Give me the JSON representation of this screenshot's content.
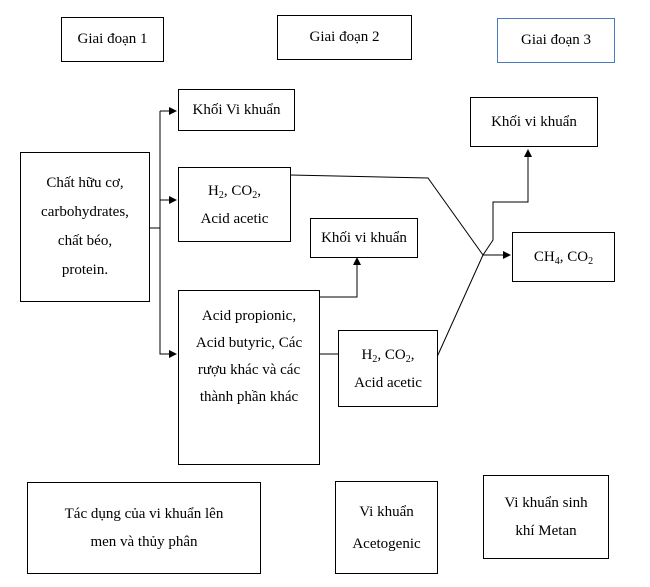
{
  "stages": {
    "stage1": "Giai đoạn 1",
    "stage2": "Giai đoạn 2",
    "stage3": "Giai đoạn 3"
  },
  "boxes": {
    "organic_lines": [
      "Chất hữu cơ,",
      "carbohydrates,",
      "chất béo,",
      "protein."
    ],
    "biomass_top": "Khối Vi khuẩn",
    "h2co2_top": {
      "h": "H",
      "h_sub": "2",
      "co": ", CO",
      "co_sub": "2",
      "comma": ",",
      "acid": "Acid acetic"
    },
    "biomass_mid": "Khối vi khuẩn",
    "acids_lines": [
      "Acid propionic,",
      "Acid butyric, Các",
      "rượu khác và các",
      "thành phần khác"
    ],
    "h2co2_bottom": {
      "h": "H",
      "h_sub": "2",
      "co": ", CO",
      "co_sub": "2",
      "comma": ",",
      "acid": "Acid acetic"
    },
    "biomass_right": "Khối vi khuẩn",
    "ch4co2": {
      "ch": "CH",
      "ch_sub": "4",
      "co": ", CO",
      "co_sub": "2"
    }
  },
  "footer": {
    "bacteria_action_lines": [
      "Tác dụng của vi khuẩn lên",
      "men và thủy phân"
    ],
    "acetogenic_lines": [
      "Vi khuẩn",
      "Acetogenic"
    ],
    "methane_lines": [
      "Vi khuẩn sinh",
      "khí Metan"
    ]
  }
}
